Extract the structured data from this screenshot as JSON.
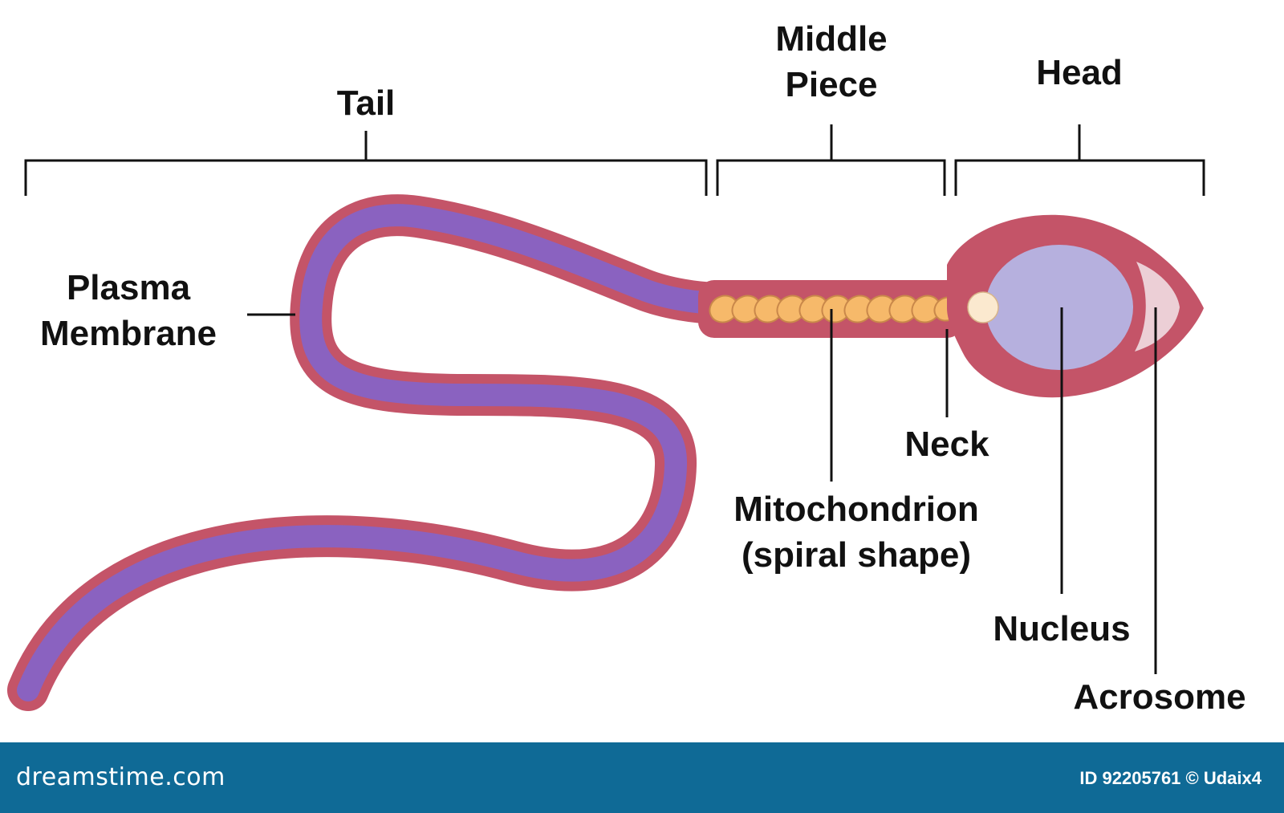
{
  "labels": {
    "tail": "Tail",
    "middle_piece": "Middle\nPiece",
    "head": "Head",
    "plasma_membrane": "Plasma\nMembrane",
    "neck": "Neck",
    "mitochondrion": "Mitochondrion\n(spiral shape)",
    "nucleus": "Nucleus",
    "acrosome": "Acrosome"
  },
  "footer": {
    "logo": "dreamstime.com",
    "credit": "ID 92205761 © Udaix4"
  },
  "colors": {
    "membrane": "#c45468",
    "tail_core": "#8a62c0",
    "mitochondria": "#f6b96a",
    "nucleus": "#b6b0de",
    "acrosome": "#eccfd6",
    "centriole": "#fbe9cf",
    "footer_bg": "#0f6a96",
    "text": "#111111"
  }
}
